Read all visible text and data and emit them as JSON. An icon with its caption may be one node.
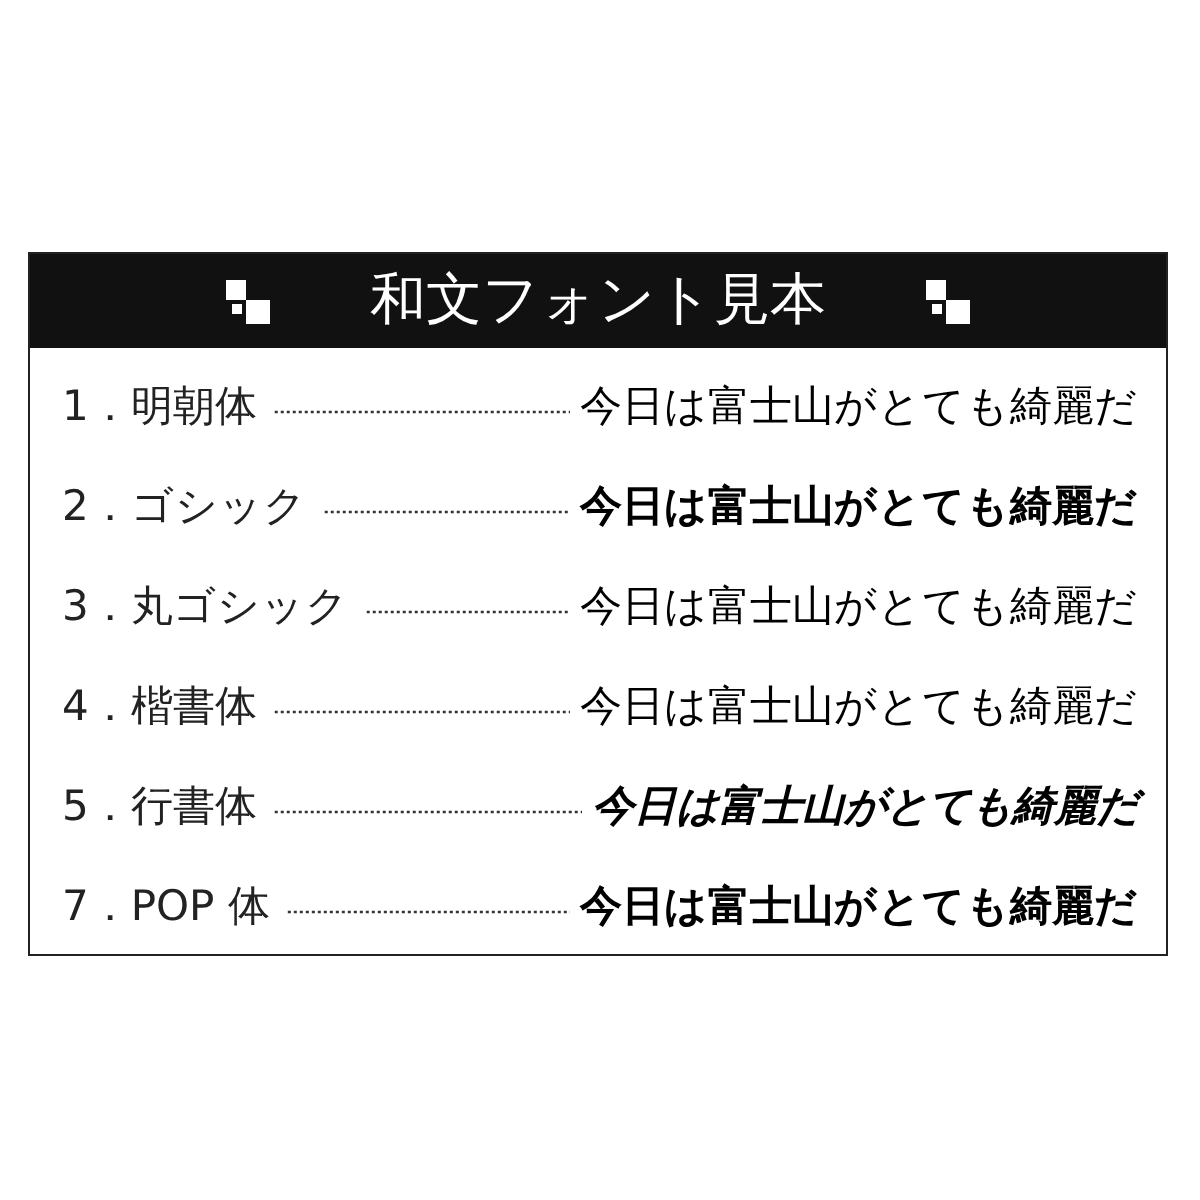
{
  "diagram": {
    "title": "和文フォント見本",
    "nodes": [
      {
        "text": [
          "1．明朝体"
        ]
      },
      {
        "text": [
          "今日は富士山がとても綺麗だ"
        ]
      },
      {
        "text": [
          "2．ゴシック"
        ]
      },
      {
        "text": [
          "今日は富士山がとても綺麗だ"
        ]
      },
      {
        "text": [
          "3．丸ゴシック"
        ]
      },
      {
        "text": [
          "今日は富士山がとても綺麗だ"
        ]
      },
      {
        "text": [
          "4．楷書体"
        ]
      },
      {
        "text": [
          "今日は富士山がとても綺麗だ"
        ]
      },
      {
        "text": [
          "5．行書体"
        ]
      },
      {
        "text": [
          "今日は富士山がとても綺麗だ"
        ]
      },
      {
        "text": [
          "7．POP 体"
        ]
      },
      {
        "text": [
          "今日は富士山がとても綺麗だ"
        ]
      }
    ],
    "edges": [
      {
        "from": 0,
        "to": 1,
        "arrow": "none"
      },
      {
        "from": 2,
        "to": 3,
        "arrow": "none"
      },
      {
        "from": 4,
        "to": 5,
        "arrow": "none"
      },
      {
        "from": 6,
        "to": 7,
        "arrow": "none"
      },
      {
        "from": 8,
        "to": 9,
        "arrow": "none"
      },
      {
        "from": 10,
        "to": 11,
        "arrow": "none"
      }
    ]
  }
}
